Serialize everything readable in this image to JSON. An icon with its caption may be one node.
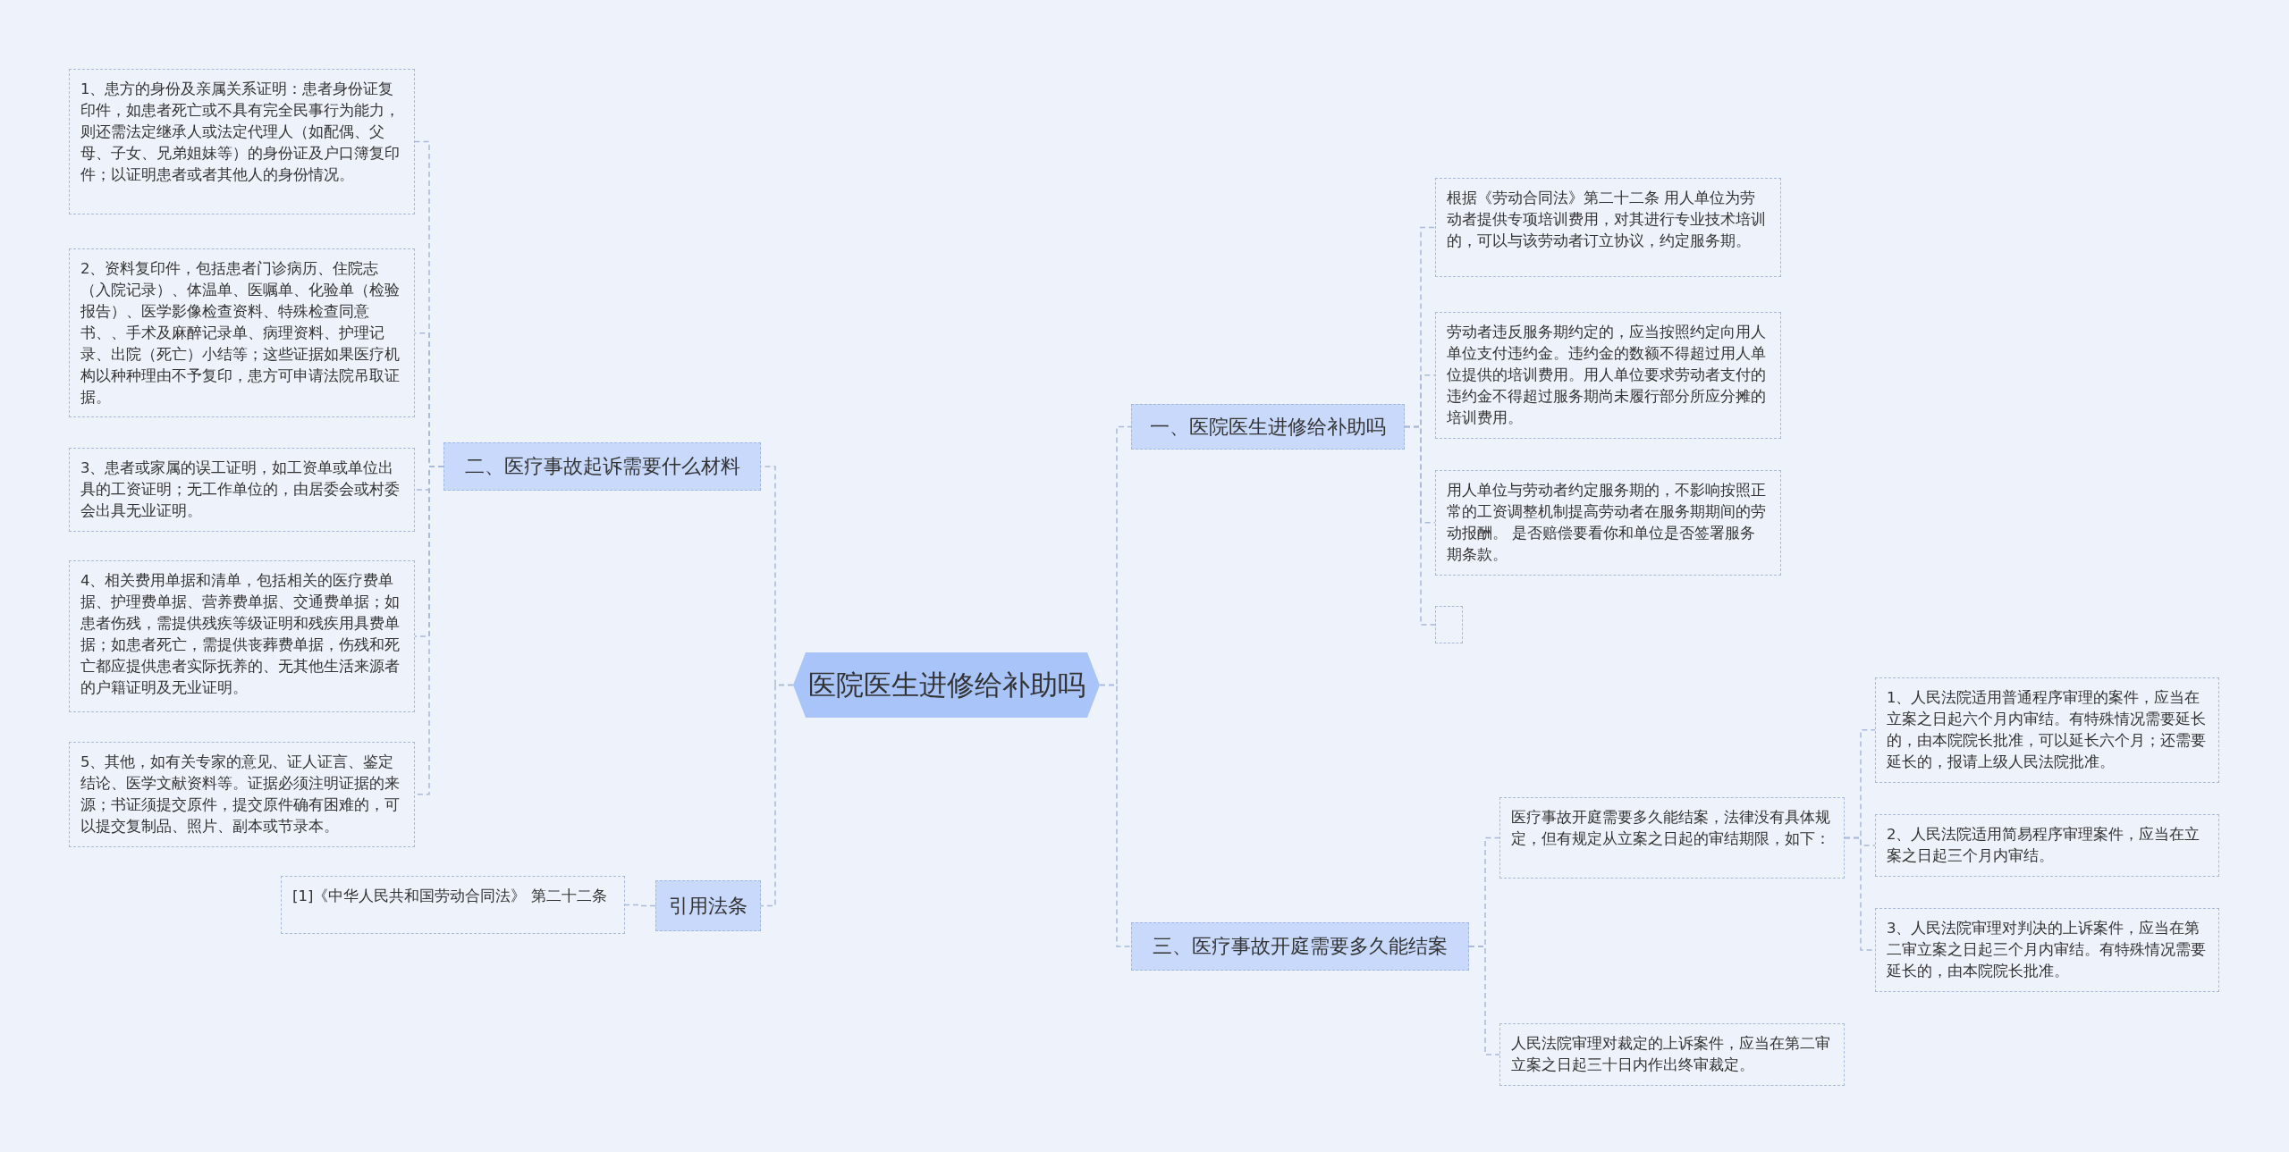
{
  "diagram": {
    "nodes": [
      {
        "text": [
          "医院医生进修给补助吗"
        ]
      },
      {
        "text": [
          "一、医院医生进修给补助吗"
        ]
      },
      {
        "text": [
          "根据《劳动合同法》第二十二条 用人单位为劳动者提供专项培训费用，对其进行专业技术培训的，可以与该劳动者订立协议，约定服务期。"
        ]
      },
      {
        "text": [
          "劳动者违反服务期约定的，应当按照约定向用人单位支付违约金。违约金的数额不得超过用人单位提供的培训费用。用人单位要求劳动者支付的违约金不得超过服务期尚未履行部分所应分摊的培训费用。"
        ]
      },
      {
        "text": [
          "用人单位与劳动者约定服务期的，不影响按照正常的工资调整机制提高劳动者在服务期期间的劳动报酬。 是否赔偿要看你和单位是否签署服务期条款。"
        ]
      },
      {
        "text": [],
        "shape": "box"
      },
      {
        "text": [
          "二、医疗事故起诉需要什么材料"
        ]
      },
      {
        "text": [
          "1、患方的身份及亲属关系证明：患者身份证复印件，如患者死亡或不具有完全民事行为能力，则还需法定继承人或法定代理人（如配偶、父母、子女、兄弟姐妹等）的身份证及户口簿复印件；以证明患者或者其他人的身份情况。"
        ]
      },
      {
        "text": [
          "2、资料复印件，包括患者门诊病历、住院志（入院记录）、体温单、医嘱单、化验单（检验报告）、医学影像检查资料、特殊检查同意书、、手术及麻醉记录单、病理资料、护理记录、出院（死亡）小结等；这些证据如果医疗机构以种种理由不予复印，患方可申请法院吊取证据。"
        ]
      },
      {
        "text": [
          "3、患者或家属的误工证明，如工资单或单位出具的工资证明；无工作单位的，由居委会或村委会出具无业证明。"
        ]
      },
      {
        "text": [
          "4、相关费用单据和清单，包括相关的医疗费单据、护理费单据、营养费单据、交通费单据；如患者伤残，需提供残疾等级证明和残疾用具费单据；如患者死亡，需提供丧葬费单据，伤残和死亡都应提供患者实际抚养的、无其他生活来源者的户籍证明及无业证明。"
        ]
      },
      {
        "text": [
          "5、其他，如有关专家的意见、证人证言、鉴定结论、医学文献资料等。证据必须注明证据的来源；书证须提交原件，提交原件确有困难的，可以提交复制品、照片、副本或节录本。"
        ]
      },
      {
        "text": [
          "引用法条"
        ]
      },
      {
        "text": [
          "[1]《中华人民共和国劳动合同法》 第二十二条"
        ]
      },
      {
        "text": [
          "三、医疗事故开庭需要多久能结案"
        ]
      },
      {
        "text": [
          "医疗事故开庭需要多久能结案，法律没有具体规定，但有规定从立案之日起的审结期限，如下："
        ]
      },
      {
        "text": [
          "1、人民法院适用普通程序审理的案件，应当在立案之日起六个月内审结。有特殊情况需要延长的，由本院院长批准，可以延长六个月；还需要延长的，报请上级人民法院批准。"
        ]
      },
      {
        "text": [
          "2、人民法院适用简易程序审理案件，应当在立案之日起三个月内审结。"
        ]
      },
      {
        "text": [
          "3、人民法院审理对判决的上诉案件，应当在第二审立案之日起三个月内审结。有特殊情况需要延长的，由本院院长批准。"
        ]
      },
      {
        "text": [
          "人民法院审理对裁定的上诉案件，应当在第二审立案之日起三十日内作出终审裁定。"
        ]
      }
    ],
    "edges": [
      {
        "from": 0,
        "to": 1,
        "arrow": "none"
      },
      {
        "from": 1,
        "to": 2,
        "arrow": "none"
      },
      {
        "from": 1,
        "to": 3,
        "arrow": "none"
      },
      {
        "from": 1,
        "to": 4,
        "arrow": "none"
      },
      {
        "from": 1,
        "to": 5,
        "arrow": "none"
      },
      {
        "from": 0,
        "to": 6,
        "arrow": "none"
      },
      {
        "from": 6,
        "to": 7,
        "arrow": "none"
      },
      {
        "from": 6,
        "to": 8,
        "arrow": "none"
      },
      {
        "from": 6,
        "to": 9,
        "arrow": "none"
      },
      {
        "from": 6,
        "to": 10,
        "arrow": "none"
      },
      {
        "from": 6,
        "to": 11,
        "arrow": "none"
      },
      {
        "from": 0,
        "to": 12,
        "arrow": "none"
      },
      {
        "from": 12,
        "to": 13,
        "arrow": "none"
      },
      {
        "from": 0,
        "to": 14,
        "arrow": "none"
      },
      {
        "from": 14,
        "to": 15,
        "arrow": "none"
      },
      {
        "from": 15,
        "to": 16,
        "arrow": "none"
      },
      {
        "from": 15,
        "to": 17,
        "arrow": "none"
      },
      {
        "from": 15,
        "to": 18,
        "arrow": "none"
      },
      {
        "from": 14,
        "to": 19,
        "arrow": "none"
      }
    ]
  }
}
